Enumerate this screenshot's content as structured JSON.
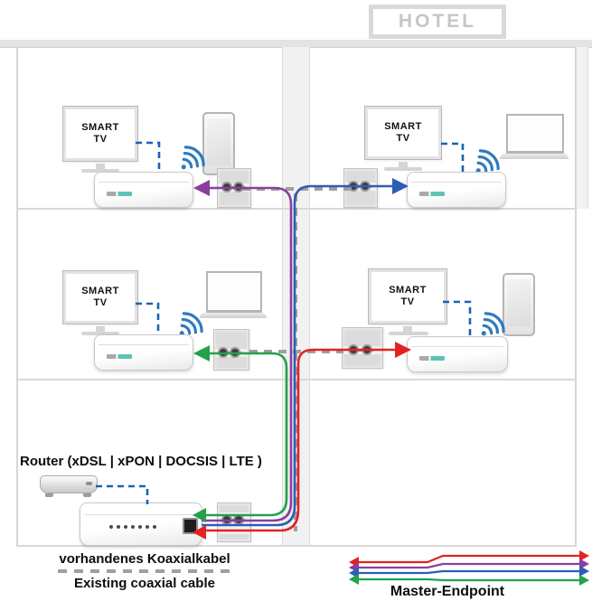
{
  "hotel_sign": "HOTEL",
  "colors": {
    "purple": "#8a3f9d",
    "blue": "#2a5fb4",
    "green": "#23a14b",
    "red": "#e32222",
    "wifi": "#2f7ac0",
    "link_dash": "#1a62b5",
    "coax_dash": "#9f9f9f"
  },
  "icons": {
    "wifi": "wifi-signal-arcs",
    "smartphone": "smartphone-outline",
    "laptop": "laptop-outline",
    "tv": "flat-screen-tv",
    "outlet": "coax-wall-outlet",
    "endpoint": "white-endpoint-box",
    "router": "silver-router-box"
  },
  "rooms": [
    {
      "id": "top-left",
      "tv_line1": "SMART",
      "tv_line2": "TV",
      "device": "smartphone",
      "cable_color": "purple"
    },
    {
      "id": "top-right",
      "tv_line1": "SMART",
      "tv_line2": "TV",
      "device": "laptop",
      "cable_color": "blue"
    },
    {
      "id": "middle-left",
      "tv_line1": "SMART",
      "tv_line2": "TV",
      "device": "laptop",
      "cable_color": "green"
    },
    {
      "id": "middle-right",
      "tv_line1": "SMART",
      "tv_line2": "TV",
      "device": "smartphone",
      "cable_color": "red"
    }
  ],
  "basement": {
    "router_label": "Router (xDSL | xPON | DOCSIS | LTE )"
  },
  "legend_coax": {
    "line1": "vorhandenes Koaxialkabel",
    "line2": "Existing coaxial cable"
  },
  "legend_master": {
    "label": "Master-Endpoint",
    "cable_order_top_to_bottom": [
      "red",
      "purple",
      "blue",
      "green"
    ]
  }
}
